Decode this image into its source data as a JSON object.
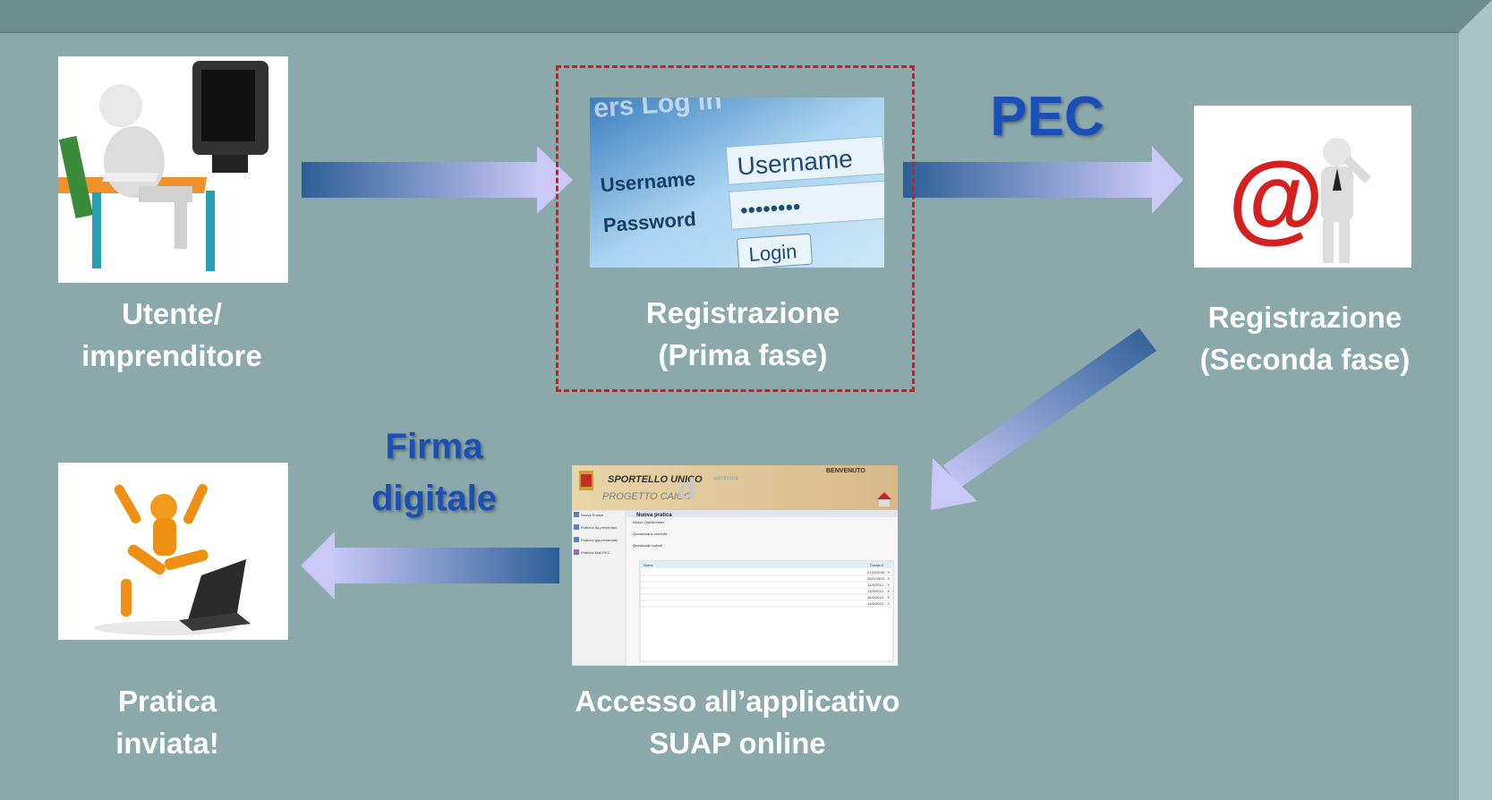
{
  "steps": {
    "utente": {
      "line1": "Utente/",
      "line2": "imprenditore"
    },
    "registrazione_prima": {
      "line1": "Registrazione",
      "line2": "(Prima fase)"
    },
    "registrazione_seconda": {
      "line1": "Registrazione",
      "line2": "(Seconda fase)"
    },
    "accesso": {
      "line1": "Accesso all’applicativo",
      "line2": "SUAP online"
    },
    "pratica": {
      "line1": "Pratica",
      "line2": "inviata!"
    }
  },
  "arrow_labels": {
    "pec": "PEC",
    "firma_line1": "Firma",
    "firma_line2": "digitale"
  },
  "login_screen": {
    "header": "ers Log in",
    "username_label": "Username",
    "username_value": "Username",
    "password_label": "Password",
    "password_value": "••••••••",
    "login_button": "Login"
  },
  "suap_screen": {
    "brand": "SPORTELLO UNICO",
    "subbrand": "PROGETTO CAICO",
    "welcome": "BENVENUTO",
    "admin_text": "administra",
    "menu": [
      "Nuova Pratica",
      "Pratiche da presentare",
      "Pratiche già presentate",
      "Pratiche Mail PEC"
    ],
    "panel_title": "Nuova pratica",
    "options": [
      "Nuovo Questionario",
      "Questionario corrente",
      "Questionari salvati"
    ],
    "table_header_left": "Nome",
    "table_header_right": "Creato il",
    "dates": [
      "27/10/2011",
      "28/11/2011",
      "12/3/2012",
      "13/3/2012",
      "16/3/2012",
      "14/9/2012"
    ]
  },
  "colors": {
    "background": "#8ba8ab",
    "bevel_top": "#6e8d8f",
    "bevel_right": "#a9c4c6",
    "arrow_dark": "#2c5f96",
    "arrow_light": "#c9c8f7",
    "label_blue": "#1a4fb8",
    "dashed_red": "#e0151c"
  }
}
